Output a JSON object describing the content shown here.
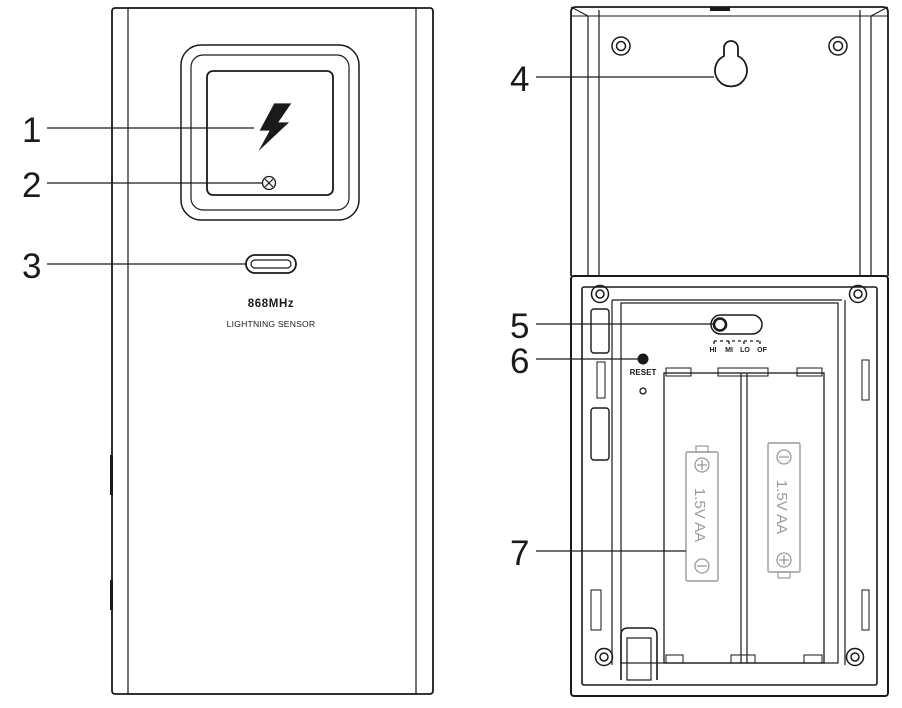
{
  "callouts": [
    {
      "number": "1",
      "part": "lightning-icon"
    },
    {
      "number": "2",
      "part": "indicator-led"
    },
    {
      "number": "3",
      "part": "slot-opening"
    },
    {
      "number": "4",
      "part": "wall-mount-hole"
    },
    {
      "number": "5",
      "part": "sensitivity-switch"
    },
    {
      "number": "6",
      "part": "reset-button"
    },
    {
      "number": "7",
      "part": "battery-compartment"
    }
  ],
  "front": {
    "frequency_label": "868MHz",
    "product_label": "LIGHTNING SENSOR"
  },
  "back": {
    "switch_positions": [
      "HI",
      "MI",
      "LO",
      "OF"
    ],
    "reset_label": "RESET",
    "battery_left": "1.5V AA",
    "battery_right": "1.5V AA"
  },
  "colors": {
    "line": "#1a1a1a",
    "battery_outline": "#9a9a9a"
  }
}
